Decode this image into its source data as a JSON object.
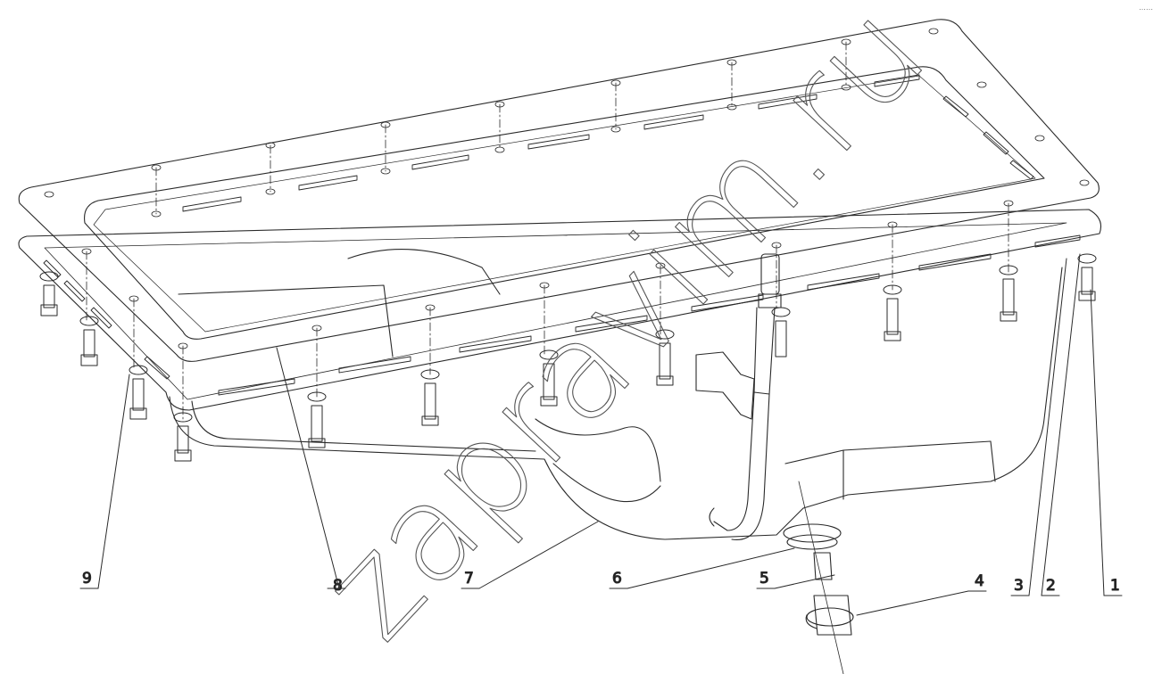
{
  "diagram": {
    "callouts": [
      "1",
      "2",
      "3",
      "4",
      "5",
      "6",
      "7",
      "8",
      "9"
    ],
    "watermark": "zapravim.ru",
    "corner_mark": "‥‥‥",
    "line_color": "#2a2a2a"
  }
}
